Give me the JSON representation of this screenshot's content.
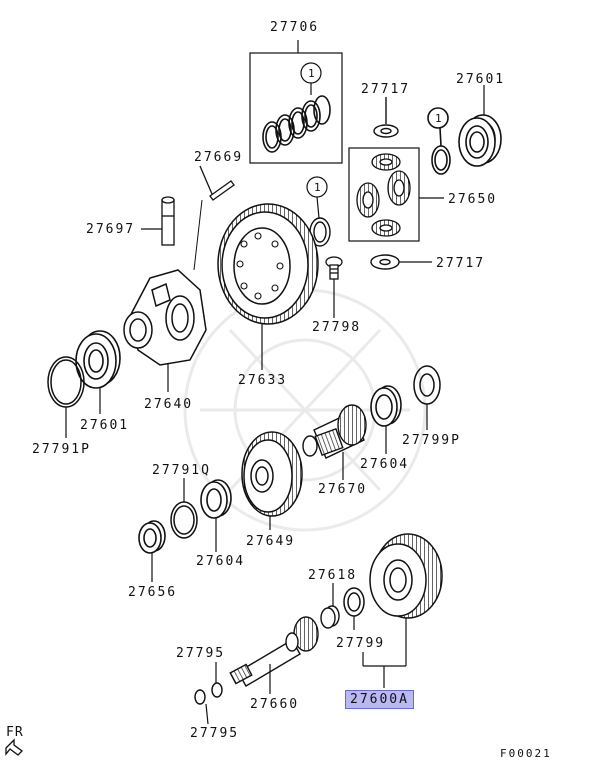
{
  "diagram": {
    "parts": {
      "p27706": "27706",
      "p27717a": "27717",
      "p27601a": "27601",
      "p27669": "27669",
      "p27650": "27650",
      "p27697": "27697",
      "p27717b": "27717",
      "p27798": "27798",
      "p27633": "27633",
      "p27640": "27640",
      "p27601b": "27601",
      "p27791p": "27791P",
      "p27799p": "27799P",
      "p27604a": "27604",
      "p27670": "27670",
      "p27791q": "27791Q",
      "p27649": "27649",
      "p27604b": "27604",
      "p27656": "27656",
      "p27618": "27618",
      "p27799": "27799",
      "p27795a": "27795",
      "p27660": "27660",
      "p27795b": "27795",
      "p27600a": "27600A"
    },
    "callout_number": "1",
    "orientation_label": "FR",
    "figure_code": "F00021",
    "highlight_color": "#b9b9f2"
  }
}
